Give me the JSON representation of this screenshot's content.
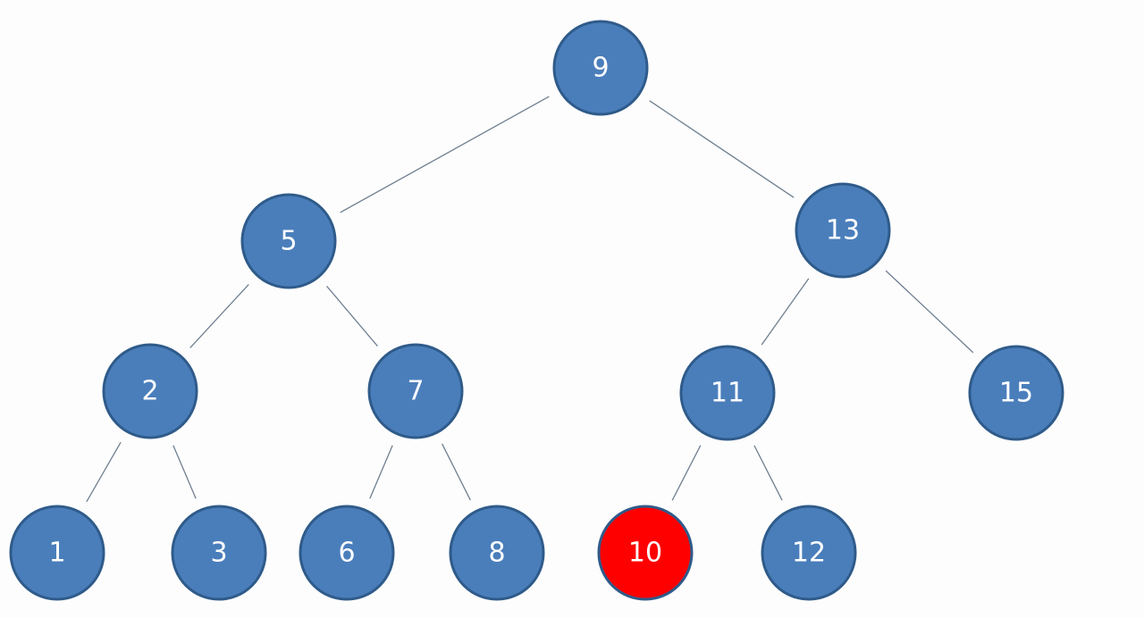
{
  "colors": {
    "node_fill": "#4a7ebb",
    "node_stroke": "#2f5b8a",
    "highlight_fill": "#ff0000",
    "highlight_stroke": "#2f5b8a",
    "edge": "#6f7f90",
    "label": "#ffffff"
  },
  "tree": {
    "nodes": [
      {
        "id": "9",
        "label": "9",
        "highlight": false
      },
      {
        "id": "5",
        "label": "5",
        "highlight": false
      },
      {
        "id": "13",
        "label": "13",
        "highlight": false
      },
      {
        "id": "2",
        "label": "2",
        "highlight": false
      },
      {
        "id": "7",
        "label": "7",
        "highlight": false
      },
      {
        "id": "11",
        "label": "11",
        "highlight": false
      },
      {
        "id": "15",
        "label": "15",
        "highlight": false
      },
      {
        "id": "1",
        "label": "1",
        "highlight": false
      },
      {
        "id": "3",
        "label": "3",
        "highlight": false
      },
      {
        "id": "6",
        "label": "6",
        "highlight": false
      },
      {
        "id": "8",
        "label": "8",
        "highlight": false
      },
      {
        "id": "10",
        "label": "10",
        "highlight": true
      },
      {
        "id": "12",
        "label": "12",
        "highlight": false
      }
    ],
    "edges": [
      {
        "from": "9",
        "to": "5"
      },
      {
        "from": "9",
        "to": "13"
      },
      {
        "from": "5",
        "to": "2"
      },
      {
        "from": "5",
        "to": "7"
      },
      {
        "from": "13",
        "to": "11"
      },
      {
        "from": "13",
        "to": "15"
      },
      {
        "from": "2",
        "to": "1"
      },
      {
        "from": "2",
        "to": "3"
      },
      {
        "from": "7",
        "to": "6"
      },
      {
        "from": "7",
        "to": "8"
      },
      {
        "from": "11",
        "to": "10"
      },
      {
        "from": "11",
        "to": "12"
      }
    ]
  }
}
